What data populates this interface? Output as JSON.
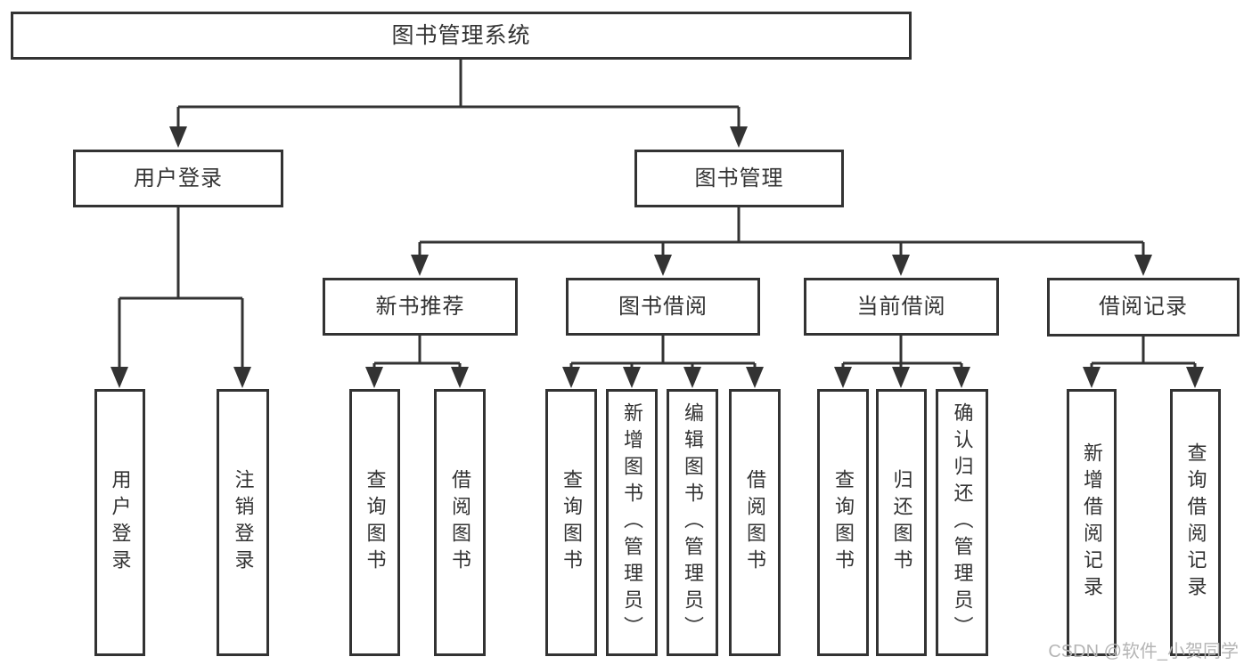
{
  "diagram": {
    "type": "hierarchy-tree",
    "tree": {
      "label": "图书管理系统",
      "children": [
        {
          "label": "用户登录",
          "children": [
            {
              "label": "用户登录"
            },
            {
              "label": "注销登录"
            }
          ]
        },
        {
          "label": "图书管理",
          "children": [
            {
              "label": "新书推荐",
              "children": [
                {
                  "label": "查询图书"
                },
                {
                  "label": "借阅图书"
                }
              ]
            },
            {
              "label": "图书借阅",
              "children": [
                {
                  "label": "查询图书"
                },
                {
                  "label": "新增图书（管理员）"
                },
                {
                  "label": "编辑图书（管理员）"
                },
                {
                  "label": "借阅图书"
                }
              ]
            },
            {
              "label": "当前借阅",
              "children": [
                {
                  "label": "查询图书"
                },
                {
                  "label": "归还图书"
                },
                {
                  "label": "确认归还（管理员）"
                }
              ]
            },
            {
              "label": "借阅记录",
              "children": [
                {
                  "label": "新增借阅记录"
                },
                {
                  "label": "查询借阅记录"
                }
              ]
            }
          ]
        }
      ]
    },
    "colors": {
      "line": "#333333",
      "box_border": "#333333",
      "box_fill": "#ffffff",
      "text": "#333333",
      "background": "#ffffff",
      "watermark": "#b5b5b5"
    }
  },
  "watermark": "CSDN @软件_小贺同学"
}
